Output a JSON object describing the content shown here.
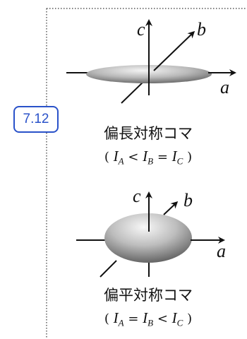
{
  "badge": {
    "label": "7.12"
  },
  "prolate": {
    "name": "偏長対称コマ",
    "formula": {
      "open": "(",
      "I": "I",
      "A": "A",
      "B": "B",
      "C": "C",
      "op1": "<",
      "op2": "=",
      "close": ")"
    },
    "axes": {
      "a": "a",
      "b": "b",
      "c": "c"
    }
  },
  "oblate": {
    "name": "偏平対称コマ",
    "formula": {
      "open": "(",
      "I": "I",
      "A": "A",
      "B": "B",
      "C": "C",
      "op1": "=",
      "op2": "<",
      "close": ")"
    },
    "axes": {
      "a": "a",
      "b": "b",
      "c": "c"
    }
  }
}
